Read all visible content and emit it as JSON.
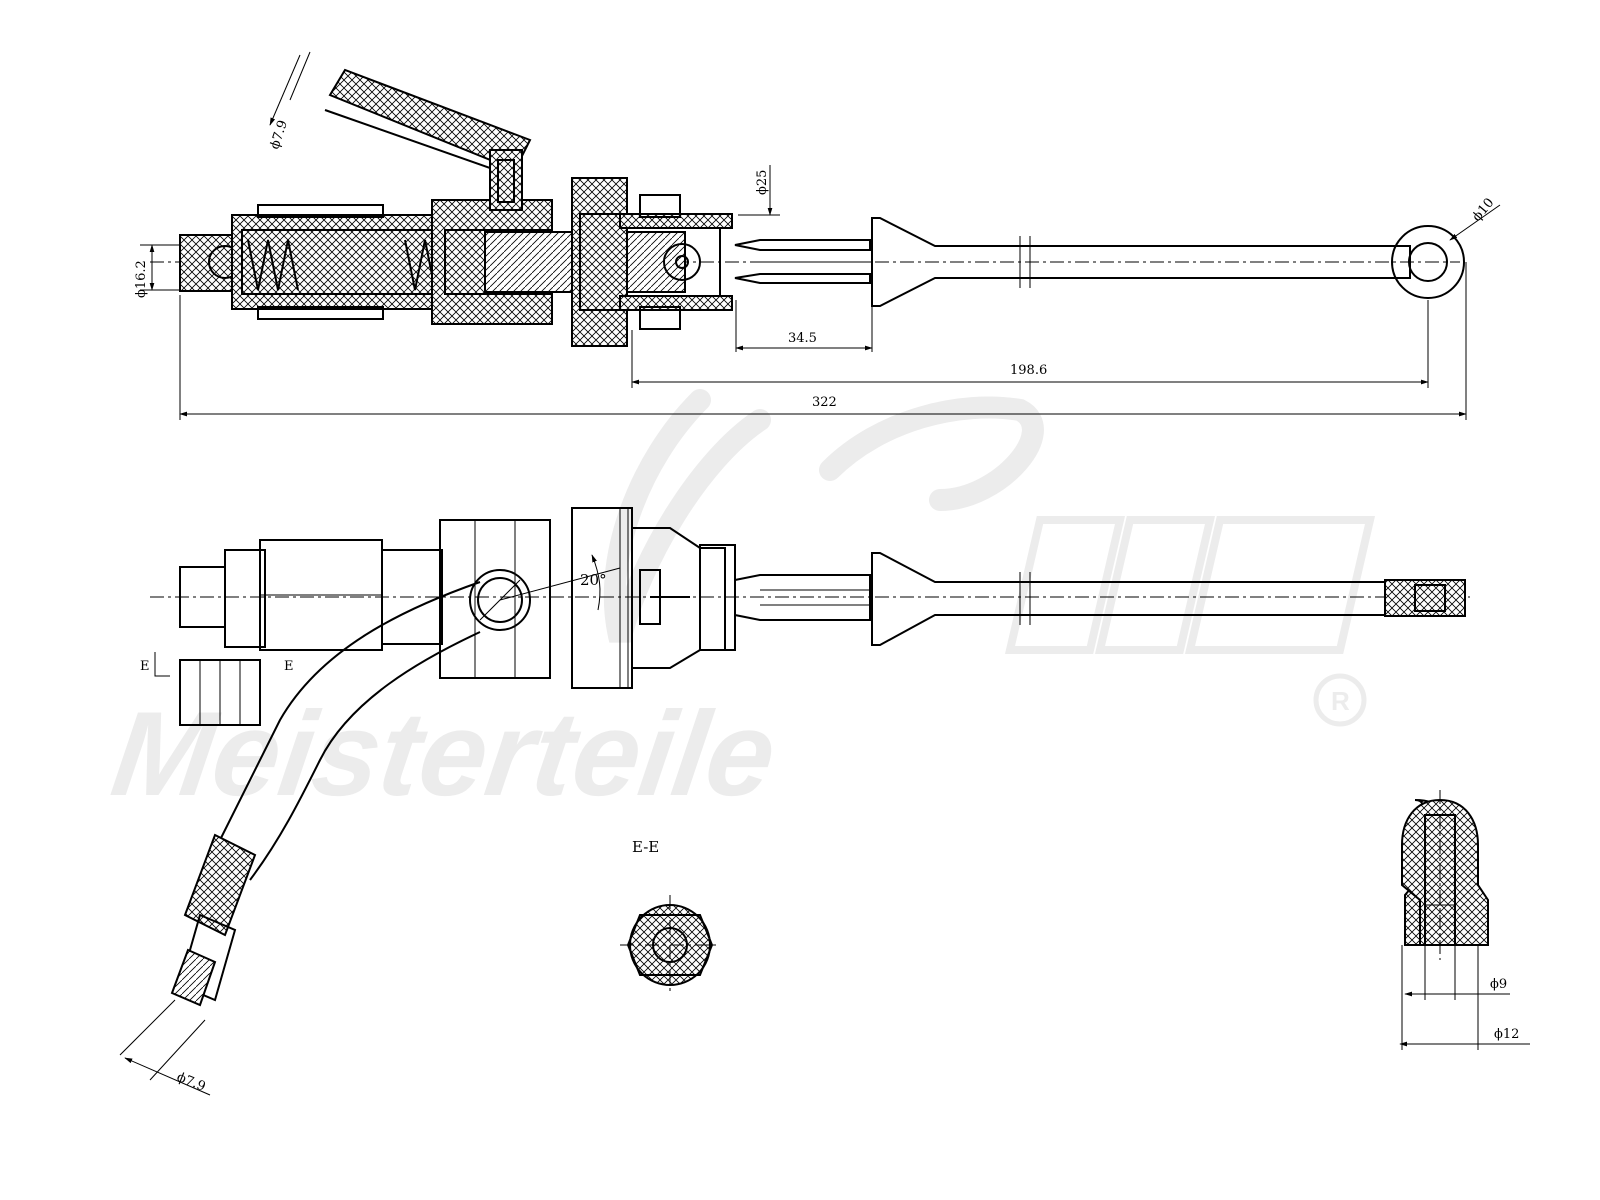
{
  "watermark": {
    "brand": "Meisterteile",
    "registered_mark": "R"
  },
  "top_view": {
    "dimensions": {
      "hose_diameter": "ϕ7.9",
      "body_diameter": "ϕ16.2",
      "rod_diameter": "ϕ25",
      "eye_diameter": "ϕ10",
      "stroke_length": "34.5",
      "rod_length": "198.6",
      "total_length": "322"
    }
  },
  "side_view": {
    "angle_label": "20°",
    "section_marker_left": "E",
    "section_marker_right": "E",
    "hose_diameter": "ϕ7.9"
  },
  "section_view": {
    "title": "E-E"
  },
  "detail_view": {
    "inner_diameter": "ϕ9",
    "outer_diameter": "ϕ12"
  }
}
